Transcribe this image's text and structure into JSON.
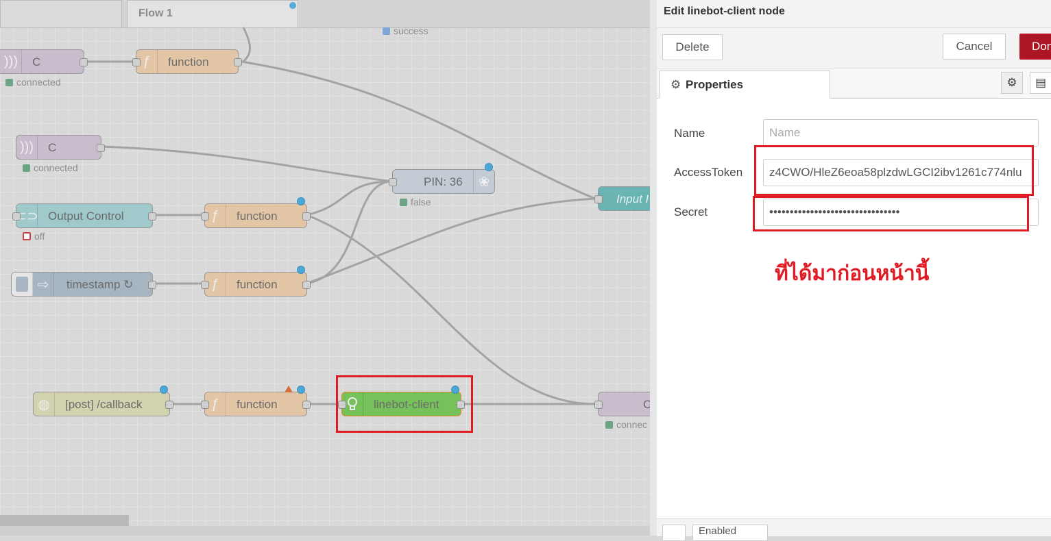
{
  "workspace": {
    "tabs": [
      {
        "label": "Flow 1"
      }
    ],
    "status_labels": {
      "success": "success",
      "connected": "connected",
      "false": "false",
      "off": "off",
      "connected_partial": "connec"
    },
    "nodes": {
      "c1": "C",
      "c2": "C",
      "function": "function",
      "pin": "PIN: 36",
      "output_control": "Output Control",
      "timestamp": "timestamp ↻",
      "input_partial": "Input I",
      "callback": "[post] /callback",
      "linebot": "linebot-client",
      "c3_partial": "C"
    },
    "colors": {
      "function": "#e3c6a5",
      "mqtt": "#c9bccd",
      "linebot": "#75c15a",
      "http": "#d2d2ae",
      "dashboard": "#9fc9cb",
      "inject": "#a7b5c2",
      "rpi": "#c3cbd4",
      "link": "#6ab5b4"
    }
  },
  "panel": {
    "title": "Edit linebot-client node",
    "delete_label": "Delete",
    "cancel_label": "Cancel",
    "done_label": "Done",
    "tab_properties": "Properties",
    "fields": {
      "name_label": "Name",
      "name_placeholder": "Name",
      "token_label": "AccessToken",
      "token_value": "z4CWO/HleZ6eoa58plzdwLGCI2ibv1261c774nlu",
      "secret_label": "Secret",
      "secret_value": "••••••••••••••••••••••••••••••••"
    },
    "annotation_note": "ที่ได้มาก่อนหน้านี้",
    "footer": {
      "enabled_label": "Enabled"
    }
  }
}
